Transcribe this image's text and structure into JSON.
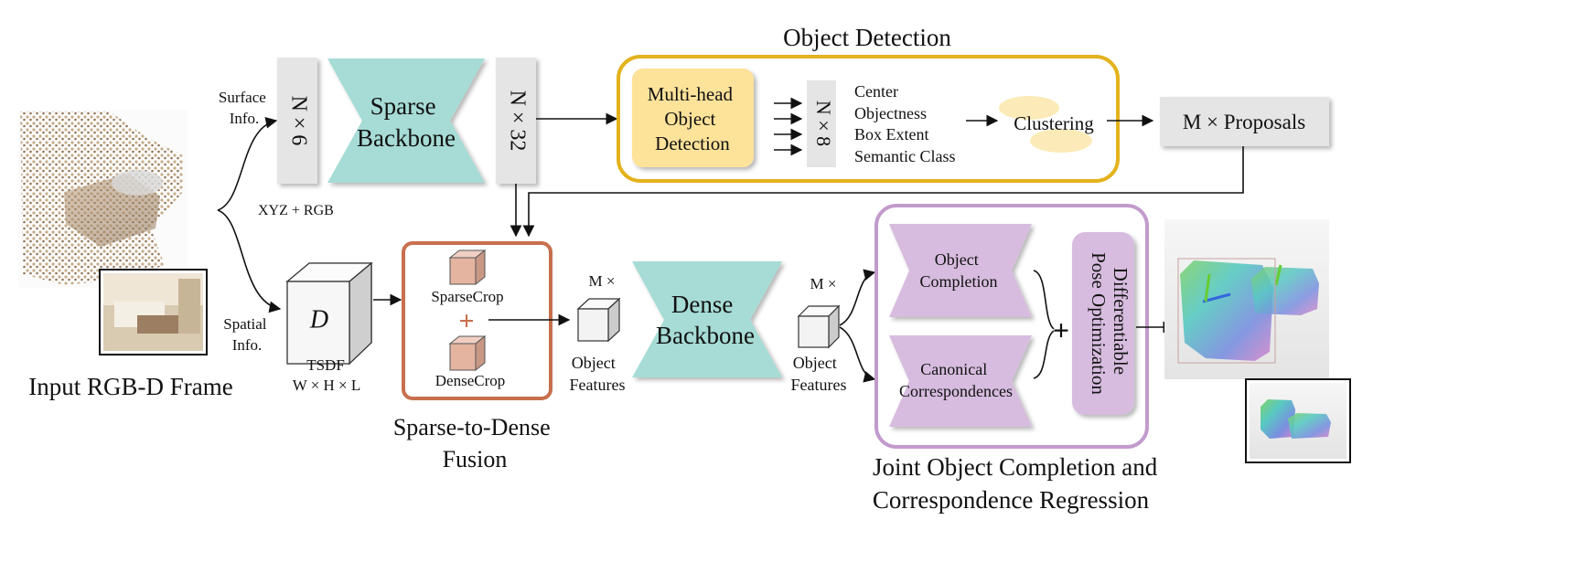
{
  "labels": {
    "object_detection_title": "Object Detection",
    "surface_info": [
      "Surface",
      "Info."
    ],
    "xyz_rgb": "XYZ + RGB",
    "spatial_info": [
      "Spatial",
      "Info."
    ],
    "input_caption": "Input RGB-D Frame",
    "n6": "N × 6",
    "sparse_backbone": [
      "Sparse",
      "Backbone"
    ],
    "n32": "N × 32",
    "multihead": [
      "Multi-head",
      "Object",
      "Detection"
    ],
    "n8": "N × 8",
    "det_outputs": [
      "Center",
      "Objectness",
      "Box Extent",
      "Semantic Class"
    ],
    "clustering": "Clustering",
    "proposals": "M × Proposals",
    "tsdf_letter": "D",
    "tsdf_label": "TSDF",
    "tsdf_dims": "W × H × L",
    "sparse_crop": "SparseCrop",
    "dense_crop": "DenseCrop",
    "fusion_caption": [
      "Sparse-to-Dense",
      "Fusion"
    ],
    "mx_left": "M ×",
    "obj_features_left": [
      "Object",
      "Features"
    ],
    "dense_backbone": [
      "Dense",
      "Backbone"
    ],
    "mx_right": "M ×",
    "obj_features_right": [
      "Object",
      "Features"
    ],
    "object_completion": [
      "Object",
      "Completion"
    ],
    "canonical_corr": [
      "Canonical",
      "Correspondences"
    ],
    "diff_pose": [
      "Differentiable",
      "Pose Optimization"
    ],
    "joint_caption": [
      "Joint Object Completion and",
      "Correspondence Regression"
    ]
  },
  "colors": {
    "detection_border": "#E3B21C",
    "multihead_fill": "#FDE29A",
    "backbone_fill": "#A6DCD5",
    "fusion_border": "#C86F4E",
    "crop_cube": "#E5B4A1",
    "joint_border": "#C29BCC",
    "joint_fill": "#D7BCDF",
    "gray_block": "#E5E5E5",
    "cluster_blob": "#FCEBB8"
  }
}
